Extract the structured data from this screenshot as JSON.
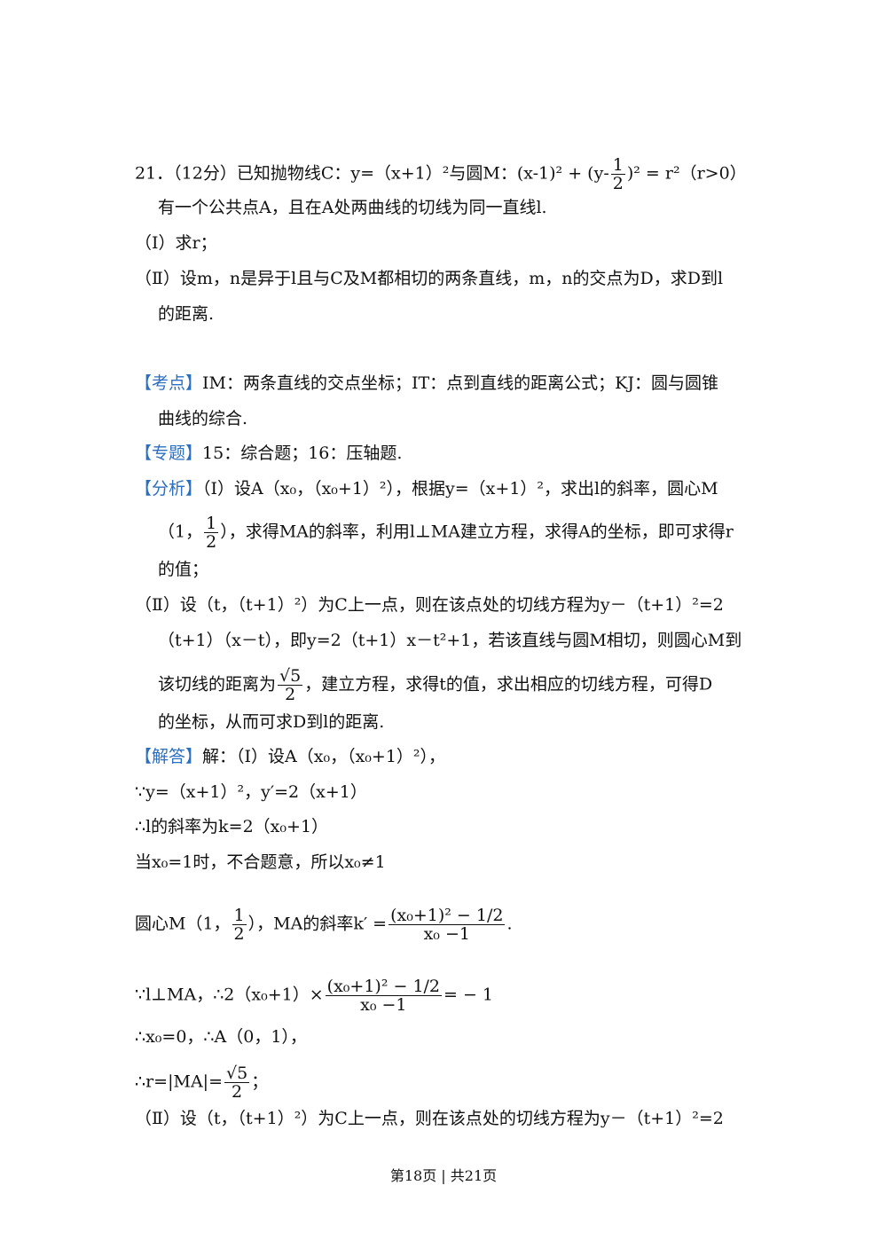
{
  "problem": {
    "line1_prefix": "21．（12分）已知抛物线C：y=（x+1）²与圆M：",
    "line1_circle_a": "(x-1)² + (y-",
    "half_num": "1",
    "half_den": "2",
    "line1_circle_b": ")² = r²（r>0）",
    "line2": "有一个公共点A，且在A处两曲线的切线为同一直线l.",
    "part1": "（Ⅰ）求r；",
    "part2_a": "（Ⅱ）设m，n是异于l且与C及M都相切的两条直线，m，n的交点为D，求D到l",
    "part2_b": "的距离."
  },
  "kaodian": {
    "tag": "【考点】",
    "text_a": "IM：两条直线的交点坐标；IT：点到直线的距离公式；KJ：圆与圆锥",
    "text_b": "曲线的综合."
  },
  "zhuanti": {
    "tag": "【专题】",
    "text": "15：综合题；16：压轴题."
  },
  "fenxi": {
    "tag": "【分析】",
    "l1": "（Ⅰ）设A（x₀，（x₀+1）²），根据y=（x+1）²，求出l的斜率，圆心M",
    "l2_a": "（1，",
    "l2_b": "），求得MA的斜率，利用l⊥MA建立方程，求得A的坐标，即可求得r",
    "l3": "的值；",
    "l4": "（Ⅱ）设（t，（t+1）²）为C上一点，则在该点处的切线方程为y－（t+1）²=2",
    "l5": "（t+1）（x－t），即y=2（t+1）x－t²+1，若该直线与圆M相切，则圆心M到",
    "l6_a": "该切线的距离为",
    "sqrt5": "√5",
    "l6_b": "，建立方程，求得t的值，求出相应的切线方程，可得D",
    "l7": "的坐标，从而可求D到l的距离."
  },
  "jieda": {
    "tag": "【解答】",
    "l1": "解：（Ⅰ）设A（x₀，（x₀+1）²），",
    "l2": "∵y=（x+1）²，y′=2（x+1）",
    "l3": "∴l的斜率为k=2（x₀+1）",
    "l4": "当x₀=1时，不合题意，所以x₀≠1",
    "l5_a": "圆心M（1，",
    "l5_b": "），MA的斜率k′ =",
    "frac_num": "(x₀+1)² − 1/2",
    "frac_den": "x₀ −1",
    "l5_end": ".",
    "l6_a": "∵l⊥MA，∴2（x₀+1）×",
    "l6_b": "= − 1",
    "l7": "∴x₀=0，∴A（0，1），",
    "l8_a": "∴r=|MA|=",
    "l8_end": "；",
    "l9": "（Ⅱ）设（t，（t+1）²）为C上一点，则在该点处的切线方程为y－（t+1）²=2"
  },
  "footer": "第18页 | 共21页"
}
